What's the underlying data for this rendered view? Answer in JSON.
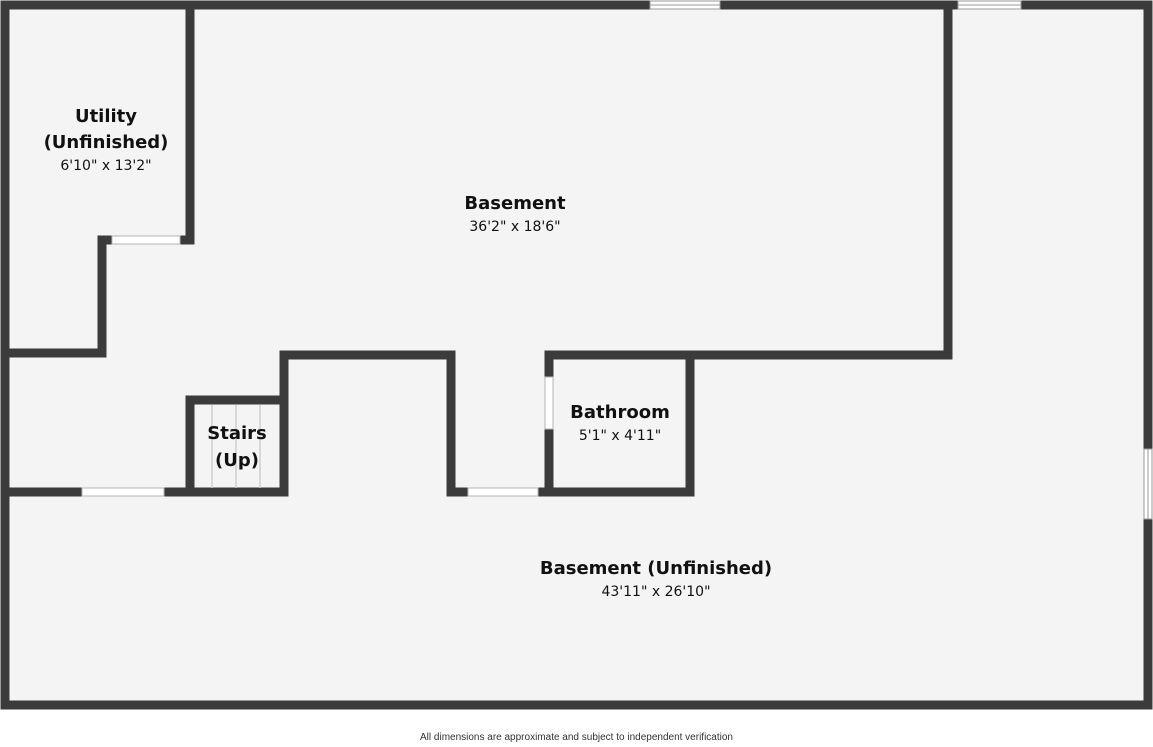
{
  "colors": {
    "wall": "#3b3b3b",
    "floor": "#f4f4f4",
    "background": "#ffffff",
    "opening": "#ffffff"
  },
  "rooms": {
    "utility": {
      "name_line1": "Utility",
      "name_line2": "(Unfinished)",
      "dimensions": "6'10\" x 13'2\""
    },
    "basement": {
      "name": "Basement",
      "dimensions": "36'2\" x 18'6\""
    },
    "bathroom": {
      "name": "Bathroom",
      "dimensions": "5'1\" x 4'11\""
    },
    "stairs": {
      "name_line1": "Stairs",
      "name_line2": "(Up)"
    },
    "basement_unfinished": {
      "name": "Basement (Unfinished)",
      "dimensions": "43'11\" x 26'10\""
    }
  },
  "footer": {
    "disclaimer": "All dimensions are approximate and subject to independent verification"
  }
}
